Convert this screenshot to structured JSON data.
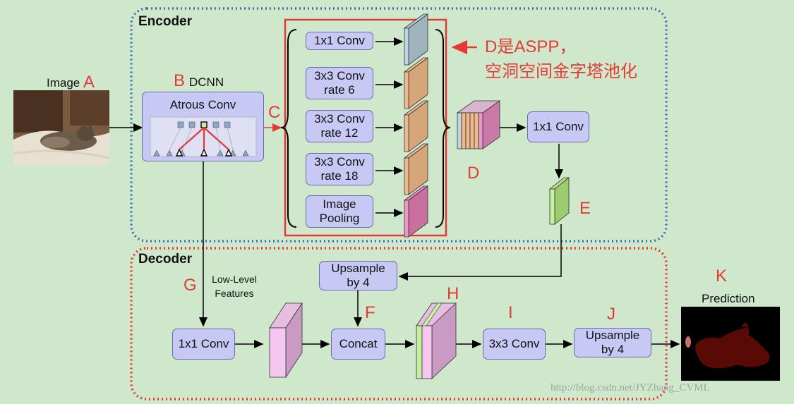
{
  "encoder_title": "Encoder",
  "decoder_title": "Decoder",
  "image_label": "Image",
  "dcnn_label": "DCNN",
  "atrous_label": "Atrous Conv",
  "aspp_boxes": [
    "1x1 Conv",
    "3x3 Conv\nrate 6",
    "3x3 Conv\nrate 12",
    "3x3 Conv\nrate 18",
    "Image\nPooling"
  ],
  "aspp_annotation_line1": "D是ASPP，",
  "aspp_annotation_line2": "空洞空间金字塔池化",
  "encoder_1x1": "1x1 Conv",
  "low_level_label": "Low-Level\nFeatures",
  "decoder_1x1": "1x1 Conv",
  "upsample_top": "Upsample\nby 4",
  "concat_label": "Concat",
  "conv3x3_label": "3x3 Conv",
  "upsample_bottom": "Upsample\nby 4",
  "prediction_label": "Prediction",
  "watermark": "http://blog.csdn.net/JYZhang_CVML",
  "letters": {
    "A": "A",
    "B": "B",
    "C": "C",
    "D": "D",
    "E": "E",
    "F": "F",
    "G": "G",
    "H": "H",
    "I": "I",
    "J": "J",
    "K": "K"
  },
  "colors": {
    "box_fill": "#c8c8f5",
    "encoder_border": "#3f6fb5",
    "decoder_border": "#e53935",
    "aspp_border": "#e53935",
    "label_red": "#e53935"
  }
}
